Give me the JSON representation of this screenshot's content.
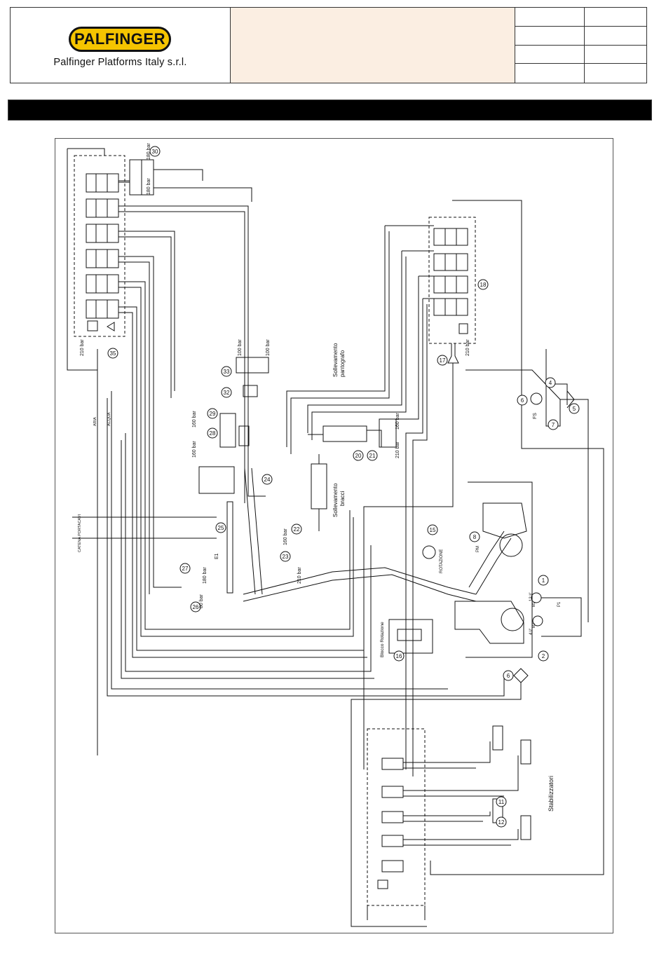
{
  "header": {
    "logo_text": "PALFINGER",
    "company": "Palfinger Platforms Italy s.r.l.",
    "title": "",
    "meta": [
      "",
      "",
      "",
      "",
      "",
      "",
      "",
      ""
    ]
  },
  "title_bar": {
    "text": ""
  },
  "diagram": {
    "labels": {
      "sollevamento_pantografo": "Sollevamento",
      "sollevamento_pantografo_2": "pantografo",
      "sollevamento_bracci": "Sollevamento",
      "sollevamento_bracci_2": "bracci",
      "rotazione": "ROTAZIONE",
      "blocco_rotazione": "Blocco Rotazione",
      "stabilizzatori": "Stabilizzatori",
      "catena_portacavi": "CATENA PORTACAVI",
      "aria": "ARIA",
      "acqua": "ACQUA",
      "e1": "E1",
      "fs": "FS",
      "pm": "PM",
      "p1": "P1",
      "m1": "M1",
      "m2": "M2",
      "flow_12": "12 l/'",
      "flow_4": "4 l/'"
    },
    "pressures": {
      "p210_left": "210 bar",
      "p180_top_a": "180 bar",
      "p180_top_b": "180 bar",
      "p100_a": "100 bar",
      "p100_b": "100 bar",
      "p160_29a": "160 bar",
      "p160_29b": "160 bar",
      "p160_21": "160 bar",
      "p210_21": "210 bar",
      "p210_18": "210 bar",
      "p160_23": "160 bar",
      "p210_23": "210 bar",
      "p180_26": "180 bar",
      "p80_26": "80 bar"
    },
    "numbers": [
      "1",
      "2",
      "4",
      "5",
      "6",
      "6",
      "7",
      "8",
      "11",
      "12",
      "15",
      "16",
      "17",
      "18",
      "20",
      "21",
      "22",
      "23",
      "24",
      "25",
      "26",
      "27",
      "28",
      "29",
      "30",
      "32",
      "33",
      "35"
    ]
  },
  "colors": {
    "line": "#111111",
    "logo_yellow": "#f5c400",
    "title_fill": "#fbeee2",
    "bar": "#000000"
  }
}
